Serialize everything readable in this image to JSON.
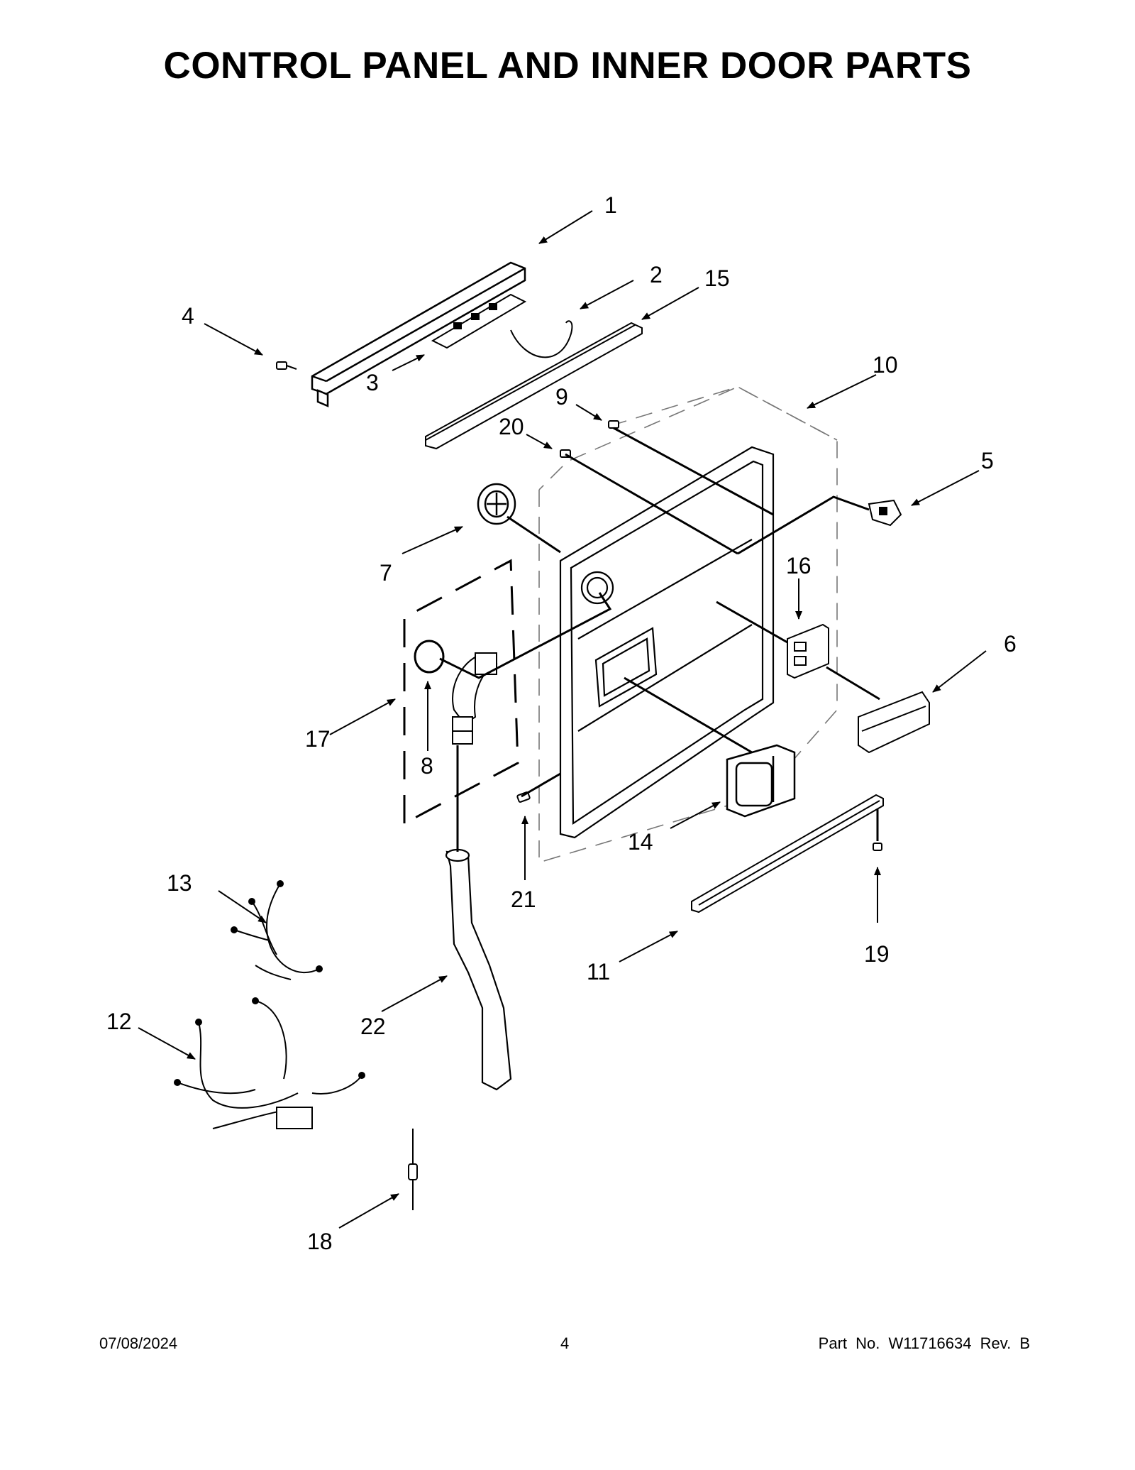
{
  "title": "CONTROL PANEL AND INNER DOOR PARTS",
  "callouts": [
    "1",
    "2",
    "3",
    "4",
    "5",
    "6",
    "7",
    "8",
    "9",
    "10",
    "11",
    "12",
    "13",
    "14",
    "15",
    "16",
    "17",
    "18",
    "19",
    "20",
    "21",
    "22"
  ],
  "footer": {
    "date": "07/08/2024",
    "page": "4",
    "part_no": "Part No.  W11716634  Rev.  B"
  }
}
